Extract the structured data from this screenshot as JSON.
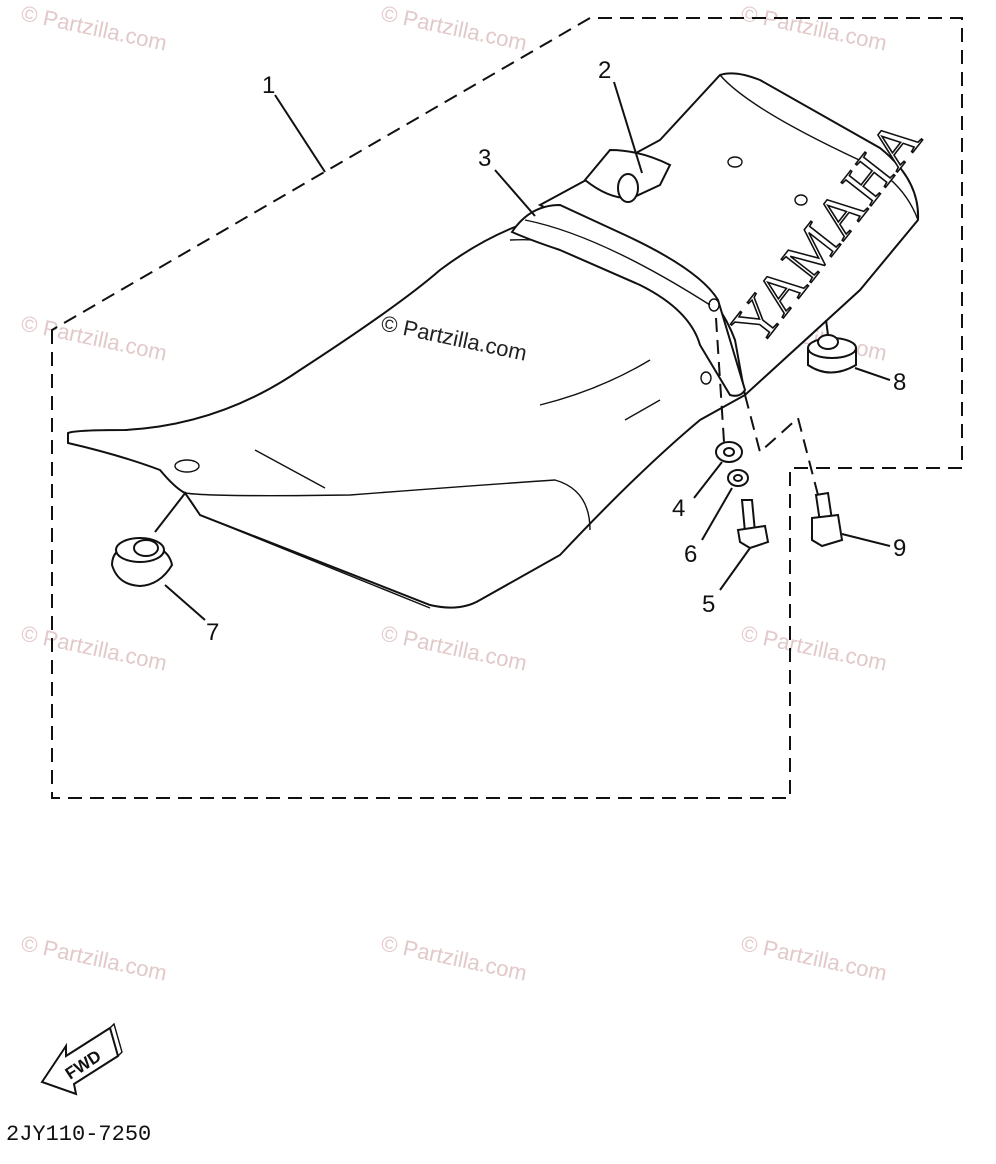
{
  "watermark_text": "© Partzilla.com",
  "brand_text": "YAMAHA",
  "fwd_label": "FWD",
  "diagram_code": "2JY110-7250",
  "callouts": {
    "c1": "1",
    "c2": "2",
    "c3": "3",
    "c4": "4",
    "c5": "5",
    "c6": "6",
    "c7": "7",
    "c8": "8",
    "c9": "9"
  },
  "colors": {
    "line": "#111111",
    "watermark": "#e2c9c9",
    "background": "#ffffff"
  }
}
